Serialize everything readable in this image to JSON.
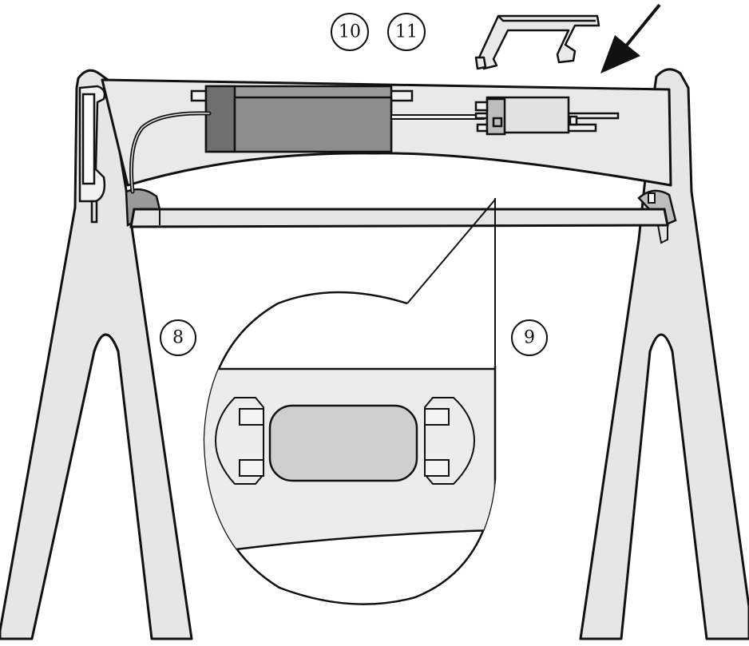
{
  "step_numbers": {
    "step_10": "10",
    "step_11": "11",
    "step_8": "8",
    "step_9": "9"
  },
  "colors": {
    "panel_light": "#e6e6e6",
    "panel_mid": "#cfcfcf",
    "driver_dark": "#777777",
    "driver_face": "#9a9a9a",
    "module_light": "#d9d9d9",
    "outline": "#111111",
    "background": "#ffffff"
  }
}
